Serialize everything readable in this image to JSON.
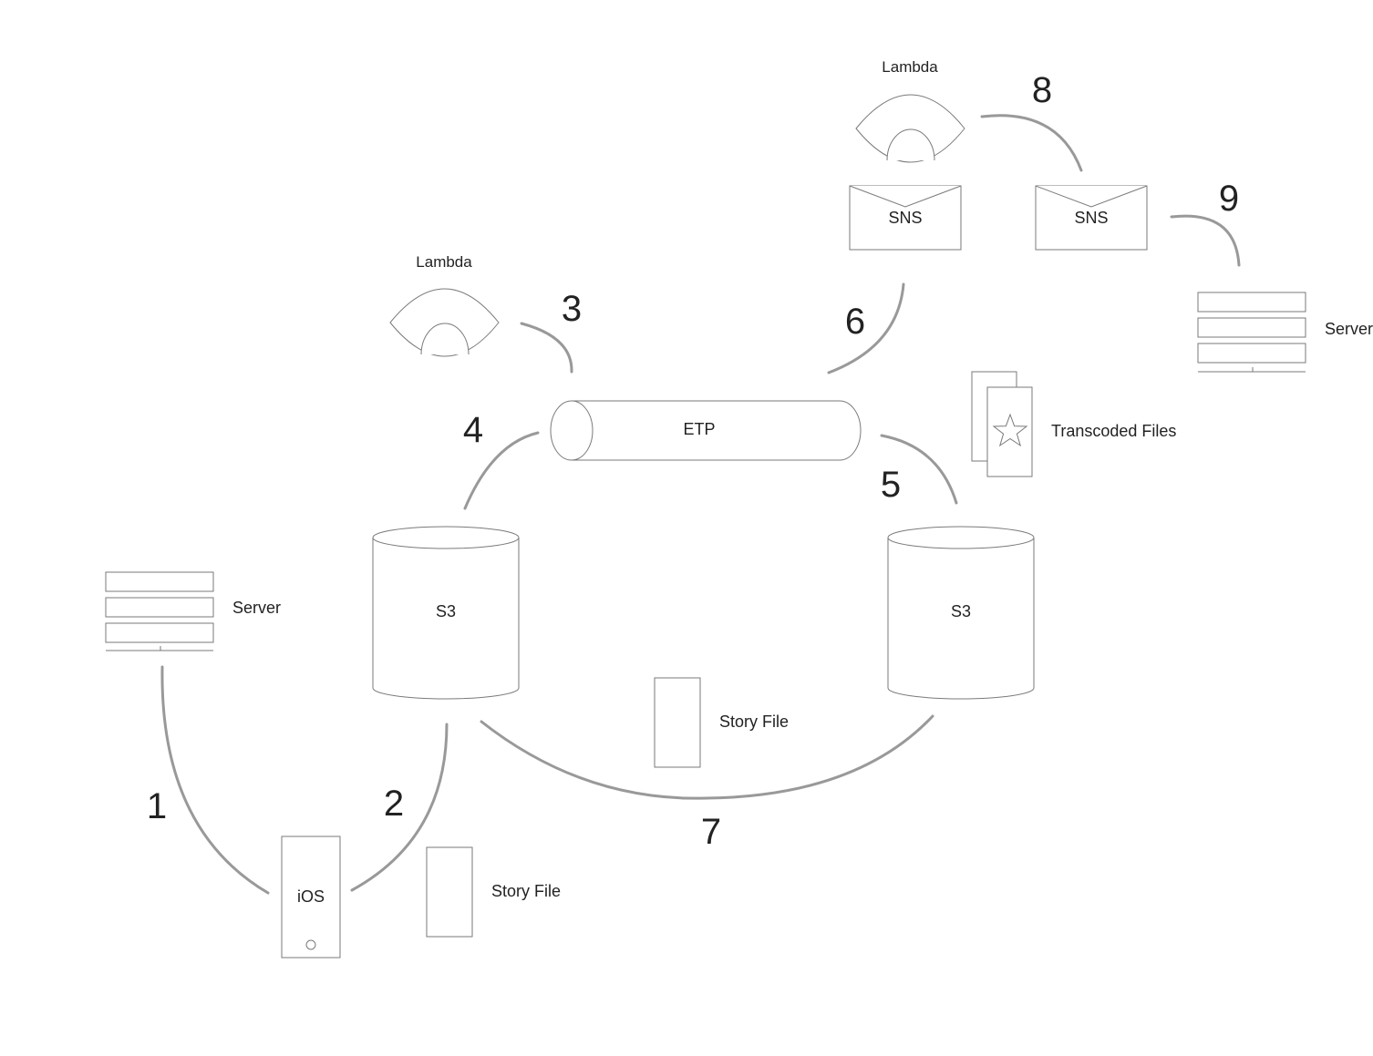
{
  "nodes": {
    "server_left": "Server",
    "server_right": "Server",
    "ios": "iOS",
    "s3_source": "S3",
    "s3_dest": "S3",
    "etp": "ETP",
    "lambda_left": "Lambda",
    "lambda_top": "Lambda",
    "sns_left": "SNS",
    "sns_right": "SNS",
    "story_file_bottom": "Story File",
    "story_file_middle": "Story File",
    "transcoded_files": "Transcoded Files"
  },
  "steps": [
    "1",
    "2",
    "3",
    "4",
    "5",
    "6",
    "7",
    "8",
    "9"
  ],
  "colors": {
    "shape_stroke": "#7a7a7a",
    "connector": "#999999",
    "text": "#222222"
  }
}
